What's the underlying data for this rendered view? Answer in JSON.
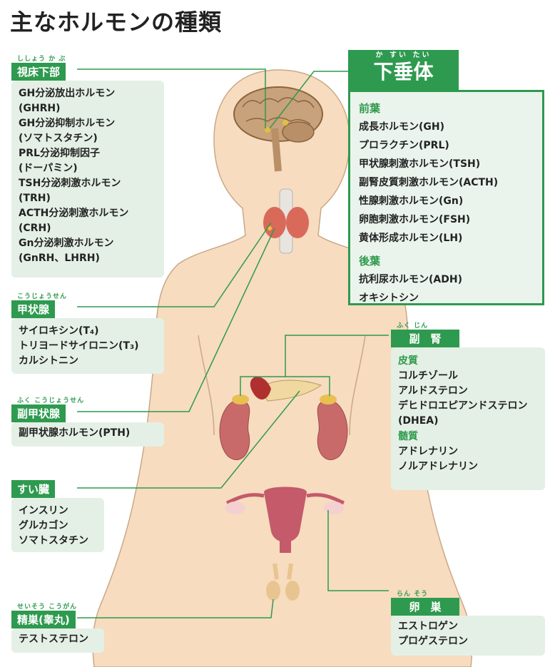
{
  "title": "主なホルモンの種類",
  "pituitary": {
    "ruby": "か すい たい",
    "label": "下垂体",
    "anterior_heading": "前葉",
    "anterior": [
      "成長ホルモン(GH)",
      "プロラクチン(PRL)",
      "甲状腺刺激ホルモン(TSH)",
      "副腎皮質刺激ホルモン(ACTH)",
      "性腺刺激ホルモン(Gn)",
      "卵胞刺激ホルモン(FSH)",
      "黄体形成ホルモン(LH)"
    ],
    "posterior_heading": "後葉",
    "posterior": [
      "抗利尿ホルモン(ADH)",
      "オキシトシン"
    ]
  },
  "hypothalamus": {
    "ruby": "ししょう か ぶ",
    "label": "視床下部",
    "items": [
      "GH分泌放出ホルモン",
      "(GHRH)",
      "GH分泌抑制ホルモン",
      "(ソマトスタチン)",
      "PRL分泌抑制因子",
      "(ドーパミン)",
      "TSH分泌刺激ホルモン",
      "(TRH)",
      "ACTH分泌刺激ホルモン",
      "(CRH)",
      "Gn分泌刺激ホルモン",
      "(GnRH、LHRH)"
    ]
  },
  "thyroid": {
    "ruby": "こうじょうせん",
    "label": "甲状腺",
    "items": [
      "サイロキシン(T₄)",
      "トリヨードサイロニン(T₃)",
      "カルシトニン"
    ]
  },
  "parathyroid": {
    "ruby": "ふく こうじょうせん",
    "label": "副甲状腺",
    "items": [
      "副甲状腺ホルモン(PTH)"
    ]
  },
  "pancreas": {
    "label": "すい臓",
    "items": [
      "インスリン",
      "グルカゴン",
      "ソマトスタチン"
    ]
  },
  "testis": {
    "ruby": "せいそう  こうがん",
    "label": "精巣(睾丸)",
    "items": [
      "テストステロン"
    ]
  },
  "adrenal": {
    "ruby": "ふく    じん",
    "label": "副　腎",
    "cortex_heading": "皮質",
    "cortex": [
      "コルチゾール",
      "アルドステロン",
      "デヒドロエピアンドステロン",
      "(DHEA)"
    ],
    "medulla_heading": "髄質",
    "medulla": [
      "アドレナリン",
      "ノルアドレナリン"
    ]
  },
  "ovary": {
    "ruby": "らん    そう",
    "label": "卵　巣",
    "items": [
      "エストロゲン",
      "プロゲステロン"
    ]
  },
  "colors": {
    "green": "#2e9a4f",
    "box": "#e4f0e6",
    "skin": "#f7dcbf"
  }
}
